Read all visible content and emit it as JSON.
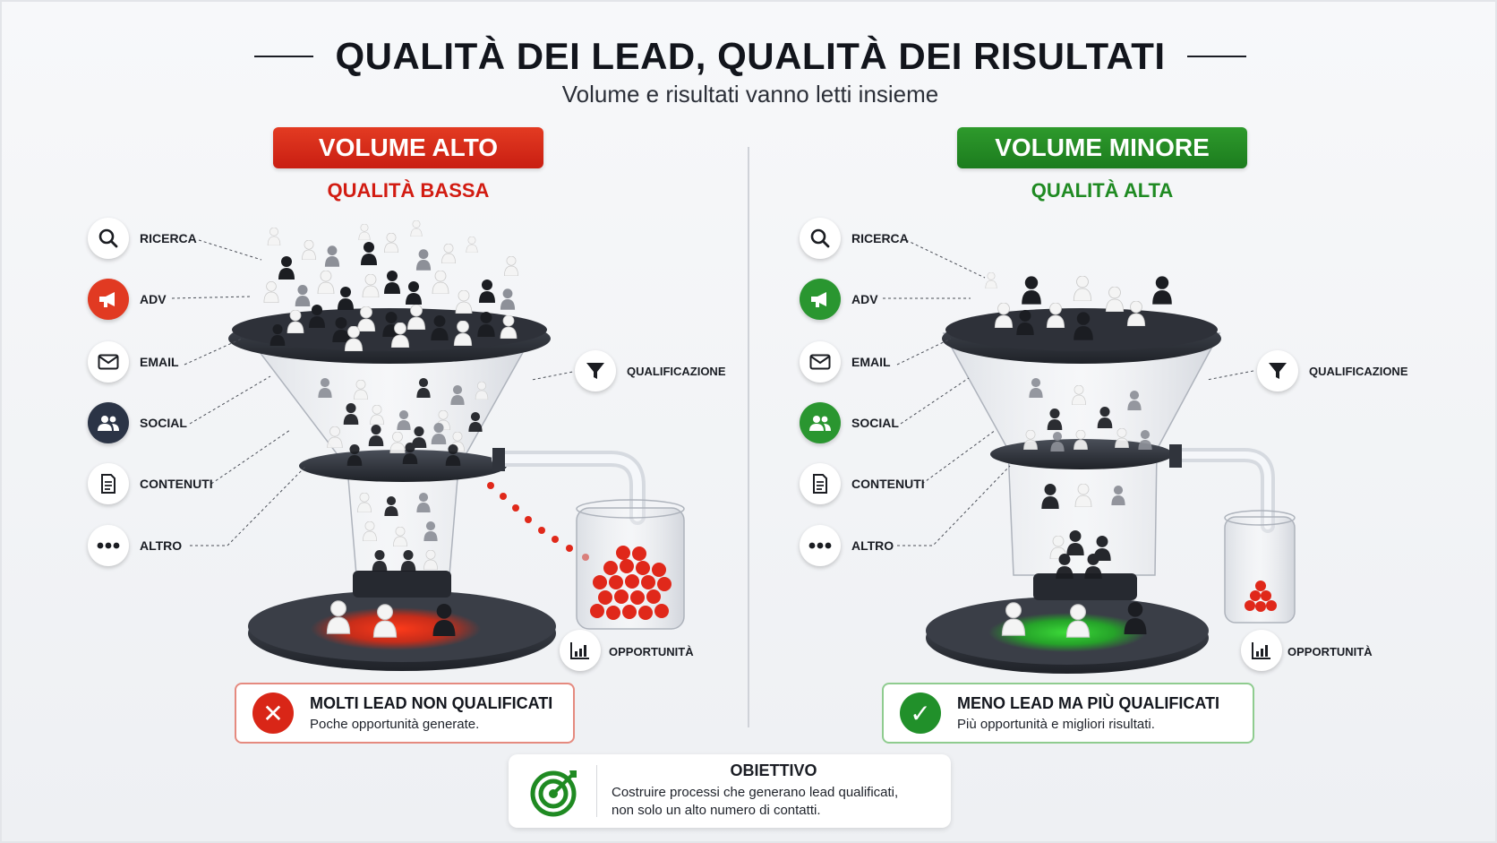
{
  "header": {
    "title": "QUALITÀ DEI LEAD, QUALITÀ DEI RISULTATI",
    "subtitle": "Volume e risultati vanno letti insieme"
  },
  "left": {
    "badge": "VOLUME ALTO",
    "quality": "QUALITÀ BASSA",
    "accent": "#d92617",
    "sources": [
      {
        "label": "RICERCA",
        "icon": "search-icon"
      },
      {
        "label": "ADV",
        "icon": "megaphone-icon"
      },
      {
        "label": "EMAIL",
        "icon": "mail-icon"
      },
      {
        "label": "SOCIAL",
        "icon": "users-icon"
      },
      {
        "label": "CONTENUTI",
        "icon": "document-icon"
      },
      {
        "label": "ALTRO",
        "icon": "more-icon"
      }
    ],
    "qualification_label": "QUALIFICAZIONE",
    "opportunity_label": "OPPORTUNITÀ",
    "result": {
      "title": "MOLTI LEAD NON QUALIFICATI",
      "subtitle": "Poche opportunità generate."
    }
  },
  "right": {
    "badge": "VOLUME MINORE",
    "quality": "QUALITÀ ALTA",
    "accent": "#21902a",
    "sources": [
      {
        "label": "RICERCA",
        "icon": "search-icon"
      },
      {
        "label": "ADV",
        "icon": "megaphone-icon"
      },
      {
        "label": "EMAIL",
        "icon": "mail-icon"
      },
      {
        "label": "SOCIAL",
        "icon": "users-icon"
      },
      {
        "label": "CONTENUTI",
        "icon": "document-icon"
      },
      {
        "label": "ALTRO",
        "icon": "more-icon"
      }
    ],
    "qualification_label": "QUALIFICAZIONE",
    "opportunity_label": "OPPORTUNITÀ",
    "result": {
      "title": "MENO LEAD MA PIÙ QUALIFICATI",
      "subtitle": "Più opportunità e migliori risultati."
    }
  },
  "goal": {
    "title": "OBIETTIVO",
    "line1": "Costruire processi che generano lead qualificati,",
    "line2": "non solo un alto numero di contatti."
  }
}
